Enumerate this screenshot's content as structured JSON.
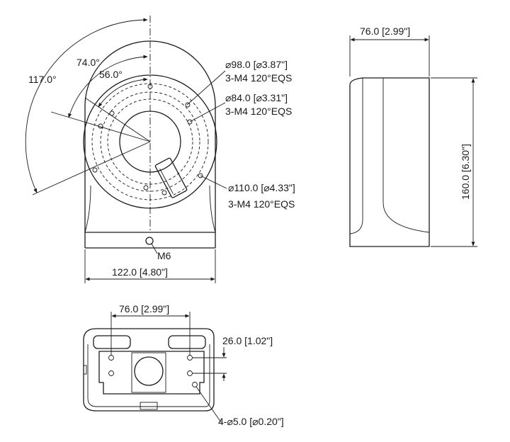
{
  "front_view": {
    "angles": [
      "117.0°",
      "74.0°",
      "56.0°"
    ],
    "circle_98": {
      "diameter": "⌀98.0 [⌀3.87\"]",
      "holes": "3-M4 120°EQS"
    },
    "circle_84": {
      "diameter": "⌀84.0 [⌀3.31\"]",
      "holes": "3-M4 120°EQS"
    },
    "circle_110": {
      "diameter": "⌀110.0 [⌀4.33\"]",
      "holes": "3-M4 120°EQS"
    },
    "screw_label": "M6",
    "width_label": "122.0 [4.80\"]"
  },
  "side_view": {
    "depth_label": "76.0 [2.99\"]",
    "height_label": "160.0 [6.30\"]"
  },
  "bottom_view": {
    "spacing_label": "76.0 [2.99\"]",
    "vertical_spacing_label": "26.0 [1.02\"]",
    "hole_label": "4-⌀5.0 [⌀0.20\"]"
  }
}
